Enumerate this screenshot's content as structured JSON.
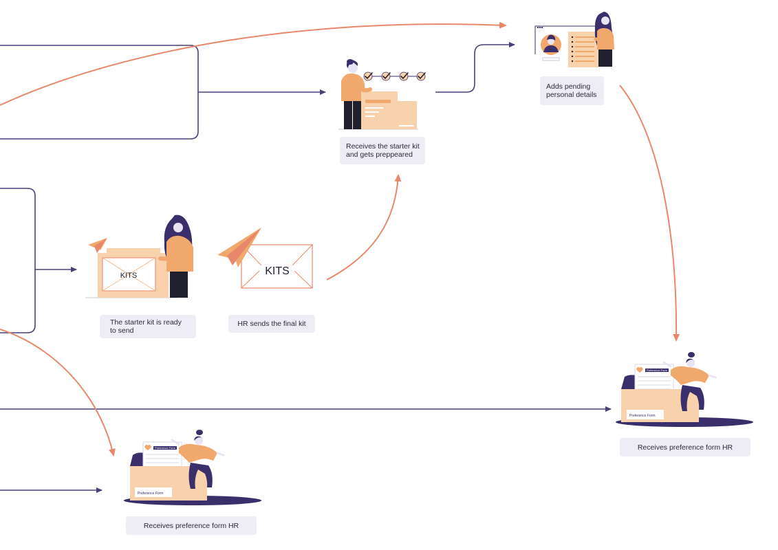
{
  "colors": {
    "connector": "#4a3f7a",
    "flow_arrow": "#e8876a",
    "orange": "#f0a86c",
    "peach": "#f8d2ad",
    "peach_dark": "#f1bf8e",
    "navy": "#3a2f6b",
    "label_bg": "#eeedf6",
    "dark": "#1f1f2e"
  },
  "steps": {
    "starter_kit_received": "Receives the starter kit\nand gets preppeared",
    "personal_details": "Adds pending\npersonal details",
    "kit_ready": "The starter kit is ready\nto send",
    "hr_sends": "HR sends the final kit",
    "preference_form_right": "Receives preference form HR",
    "preference_form_bottom": "Receives preference form HR"
  },
  "illustrations": {
    "box_kits_text": "KITS",
    "envelope_kits_text": "KITS",
    "form_tag_text": "Preference Form",
    "box_label_text": "Preference Form"
  }
}
